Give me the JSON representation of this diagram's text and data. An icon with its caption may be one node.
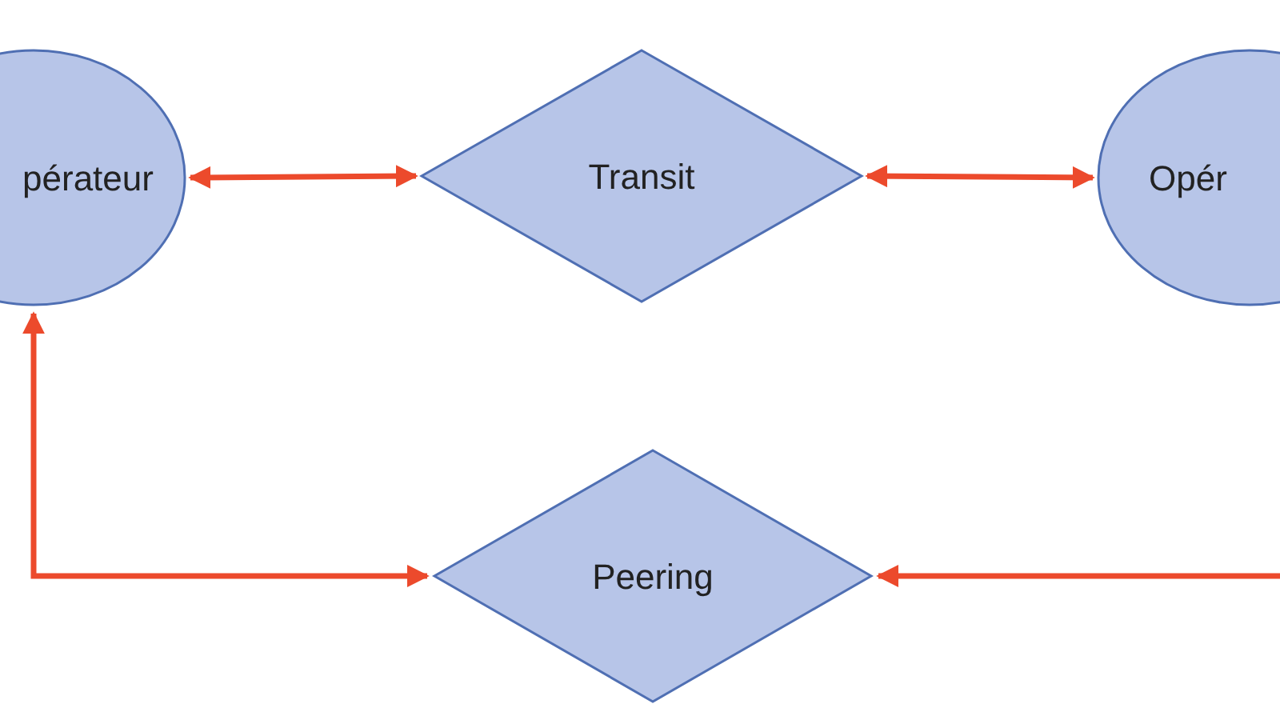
{
  "diagram": {
    "nodes": [
      {
        "text": [
          "pérateur"
        ]
      },
      {
        "text": [
          "Transit"
        ]
      },
      {
        "text": [
          "Opér"
        ]
      },
      {
        "text": [
          "Peering"
        ]
      }
    ],
    "edges": [
      {
        "from": 0,
        "to": 1,
        "arrow": "both"
      },
      {
        "from": 1,
        "to": 2,
        "arrow": "both"
      },
      {
        "from": 0,
        "to": 3,
        "arrow": "both"
      },
      {
        "from": null,
        "to": 3,
        "arrow": "to"
      }
    ]
  }
}
